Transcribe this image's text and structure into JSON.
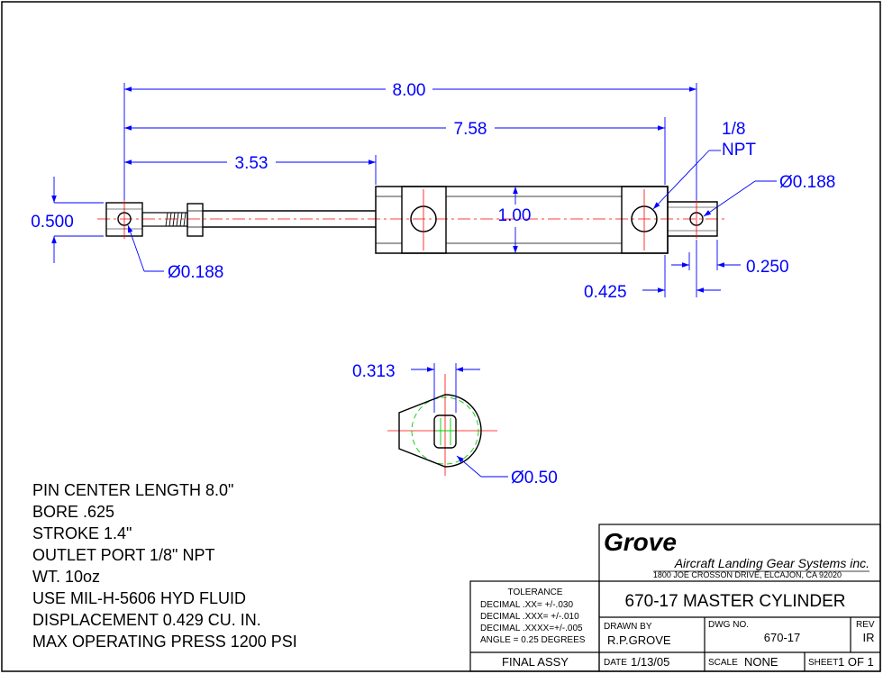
{
  "drawing": {
    "dimensions": {
      "overall_length": "8.00",
      "pin_to_port": "7.58",
      "rod_extension": "3.53",
      "port_label_line1": "1/8",
      "port_label_line2": "NPT",
      "end_pin_dia": "Ø0.188",
      "rod_eye_height": "0.500",
      "body_dia": "1.00",
      "rod_pin_dia": "Ø0.188",
      "tab_width": "0.250",
      "port_offset": "0.425",
      "slot_width": "0.313",
      "eye_dia": "Ø0.50"
    },
    "notes": [
      "PIN CENTER LENGTH 8.0\"",
      "BORE .625",
      "STROKE 1.4\"",
      "OUTLET PORT 1/8\" NPT",
      "WT. 10oz",
      "USE MIL-H-5606 HYD FLUID",
      "DISPLACEMENT 0.429 CU. IN.",
      "MAX OPERATING PRESS 1200 PSI"
    ]
  },
  "title_block": {
    "company_name": "Grove",
    "company_full": "Aircraft Landing Gear Systems inc.",
    "address": "1800 JOE CROSSON DRIVE, ELCAJON, CA 92020",
    "tolerance_header": "TOLERANCE",
    "tolerances": [
      "DECIMAL .XX=  +/-.030",
      "DECIMAL .XXX= +/-.010",
      "DECIMAL .XXXX=+/-.005",
      "ANGLE = 0.25 DEGREES"
    ],
    "title": "670-17 MASTER CYLINDER",
    "drawn_by_label": "DRAWN BY",
    "drawn_by": "R.P.GROVE",
    "dwg_no_label": "DWG NO.",
    "dwg_no": "670-17",
    "rev_label": "REV",
    "rev": "IR",
    "final_assy": "FINAL ASSY",
    "date_label": "DATE",
    "date": "1/13/05",
    "scale_label": "SCALE",
    "scale": "NONE",
    "sheet_label": "SHEET",
    "sheet": "1 OF 1"
  },
  "colors": {
    "dimension": "#0000ff",
    "centerline": "#ff0000",
    "construction": "#00cc00",
    "outline": "#000000"
  }
}
